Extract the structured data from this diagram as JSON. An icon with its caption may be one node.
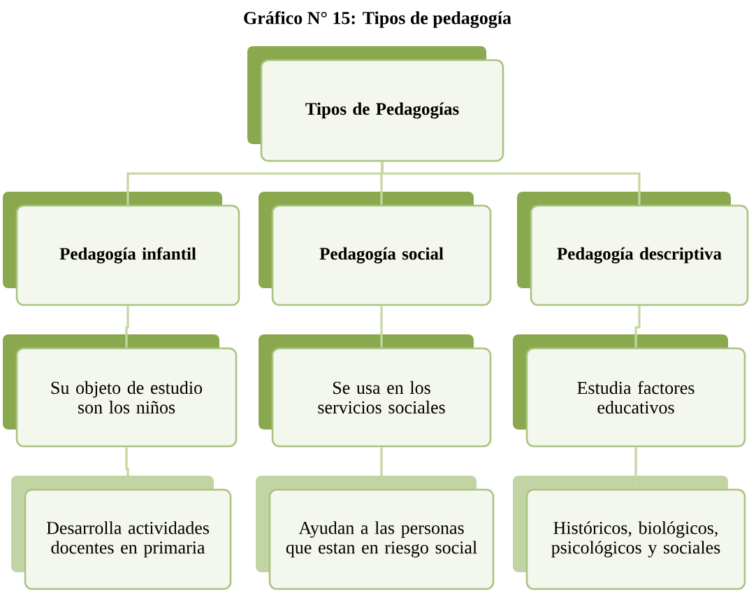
{
  "diagram": {
    "title": "Gráfico N° 15: Tipos de pedagogía",
    "nodes": [
      {
        "text": [
          "Tipos de Pedagogías"
        ]
      },
      {
        "text": [
          "Pedagogía infantil"
        ]
      },
      {
        "text": [
          "Pedagogía social"
        ]
      },
      {
        "text": [
          "Pedagogía descriptiva"
        ]
      },
      {
        "text": [
          "Su objeto de estudio son los niños"
        ]
      },
      {
        "text": [
          "Se usa en los servicios sociales"
        ]
      },
      {
        "text": [
          "Estudia factores educativos"
        ]
      },
      {
        "text": [
          "Desarrolla actividades docentes en primaria"
        ]
      },
      {
        "text": [
          "Ayudan a las personas que estan en riesgo social"
        ]
      },
      {
        "text": [
          "Históricos, biológicos, psicológicos y sociales"
        ]
      }
    ],
    "edges": [
      {
        "from": 0,
        "to": 1,
        "arrow": "none"
      },
      {
        "from": 0,
        "to": 2,
        "arrow": "none"
      },
      {
        "from": 0,
        "to": 3,
        "arrow": "none"
      },
      {
        "from": 1,
        "to": 4,
        "arrow": "none"
      },
      {
        "from": 2,
        "to": 5,
        "arrow": "none"
      },
      {
        "from": 3,
        "to": 6,
        "arrow": "none"
      },
      {
        "from": 4,
        "to": 7,
        "arrow": "none"
      },
      {
        "from": 5,
        "to": 8,
        "arrow": "none"
      },
      {
        "from": 6,
        "to": 9,
        "arrow": "none"
      }
    ]
  }
}
